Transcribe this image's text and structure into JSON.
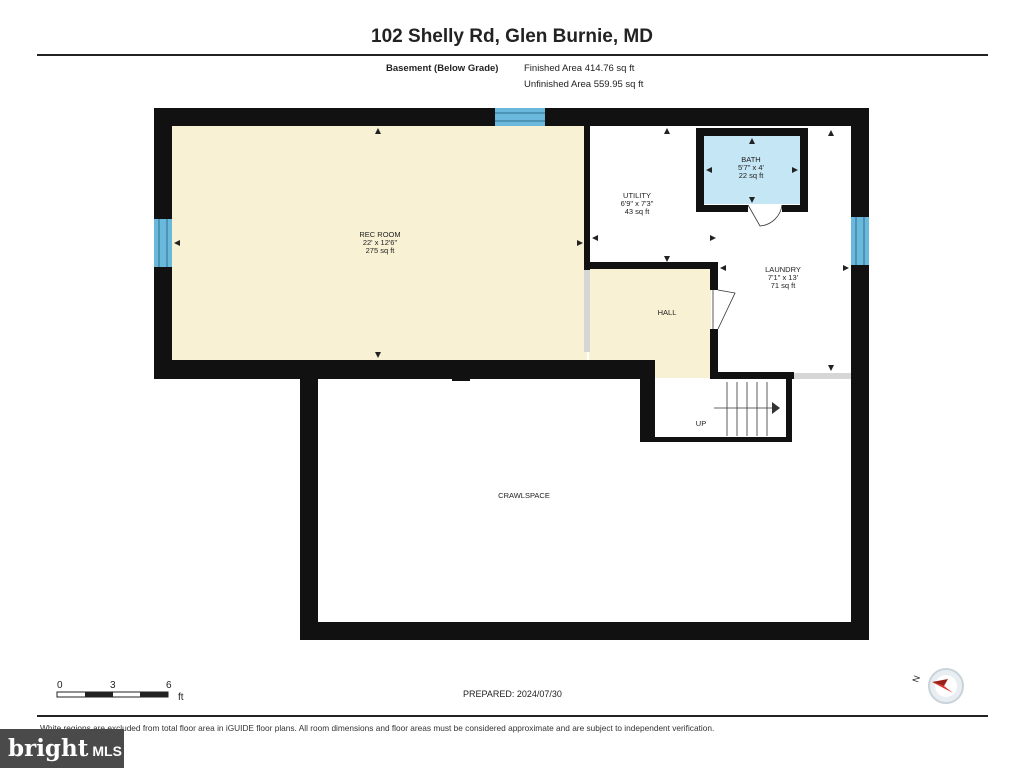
{
  "header": {
    "title": "102 Shelly Rd, Glen Burnie, MD",
    "floor_label": "Basement (Below Grade)",
    "finished_area": "Finished Area 414.76 sq ft",
    "unfinished_area": "Unfinished Area 559.95 sq ft"
  },
  "rooms": {
    "rec_room": {
      "name": "REC ROOM",
      "dims": "22' x 12'6\"",
      "area": "275 sq ft",
      "fill": "#f8f1d4"
    },
    "utility": {
      "name": "UTILITY",
      "dims": "6'9\" x 7'3\"",
      "area": "43 sq ft",
      "fill": "#ffffff"
    },
    "bath": {
      "name": "BATH",
      "dims": "5'7\" x 4'",
      "area": "22 sq ft",
      "fill": "#c4e6f5"
    },
    "laundry": {
      "name": "LAUNDRY",
      "dims": "7'1\" x 13'",
      "area": "71 sq ft",
      "fill": "#ffffff"
    },
    "hall": {
      "name": "HALL",
      "fill": "#f8f1d4"
    },
    "crawlspace": {
      "name": "CRAWLSPACE",
      "fill": "#ffffff"
    },
    "stairs_label": "UP"
  },
  "colors": {
    "wall": "#111111",
    "window": "#6ab8dc"
  },
  "scale": {
    "ticks": [
      "0",
      "3",
      "6"
    ],
    "unit": "ft"
  },
  "compass": {
    "letter": "N"
  },
  "footer": {
    "prepared": "PREPARED: 2024/07/30",
    "disclaimer": "White regions are excluded from total floor area in iGUIDE floor plans. All room dimensions and floor areas must be considered approximate and are subject to independent verification."
  },
  "brand": {
    "bright": "bright",
    "mls": "MLS"
  }
}
